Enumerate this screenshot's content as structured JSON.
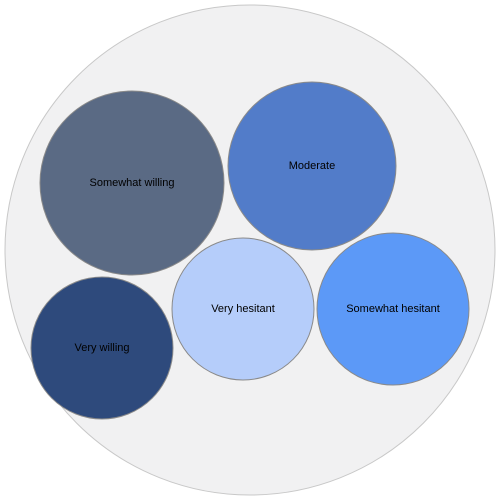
{
  "chart_data": {
    "type": "packed-bubble",
    "title": "",
    "bubbles": [
      {
        "label": "Somewhat willing",
        "color": "#5a6a84"
      },
      {
        "label": "Moderate",
        "color": "#527cc9"
      },
      {
        "label": "Very hesitant",
        "color": "#b5cdfa"
      },
      {
        "label": "Somewhat hesitant",
        "color": "#5c99f7"
      },
      {
        "label": "Very willing",
        "color": "#2e4a7c"
      }
    ],
    "container_color": "#f1f1f2",
    "legend": "none"
  }
}
